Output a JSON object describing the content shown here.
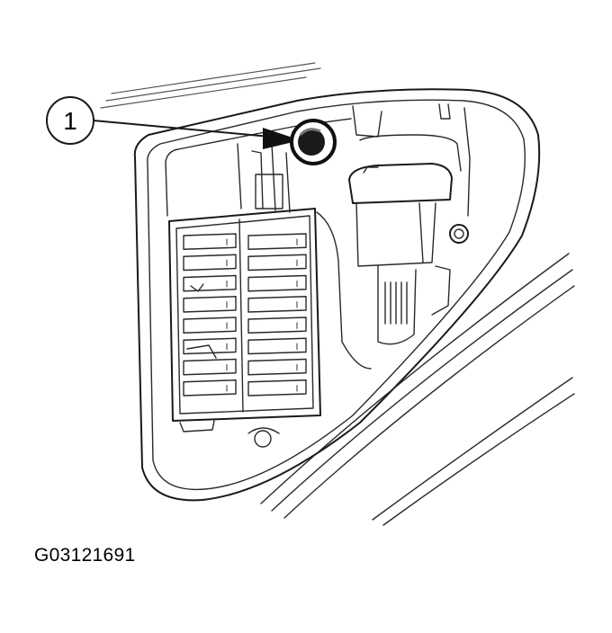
{
  "callout": {
    "label": "1"
  },
  "figure_id": "G03121691",
  "fuse_rows": 8
}
